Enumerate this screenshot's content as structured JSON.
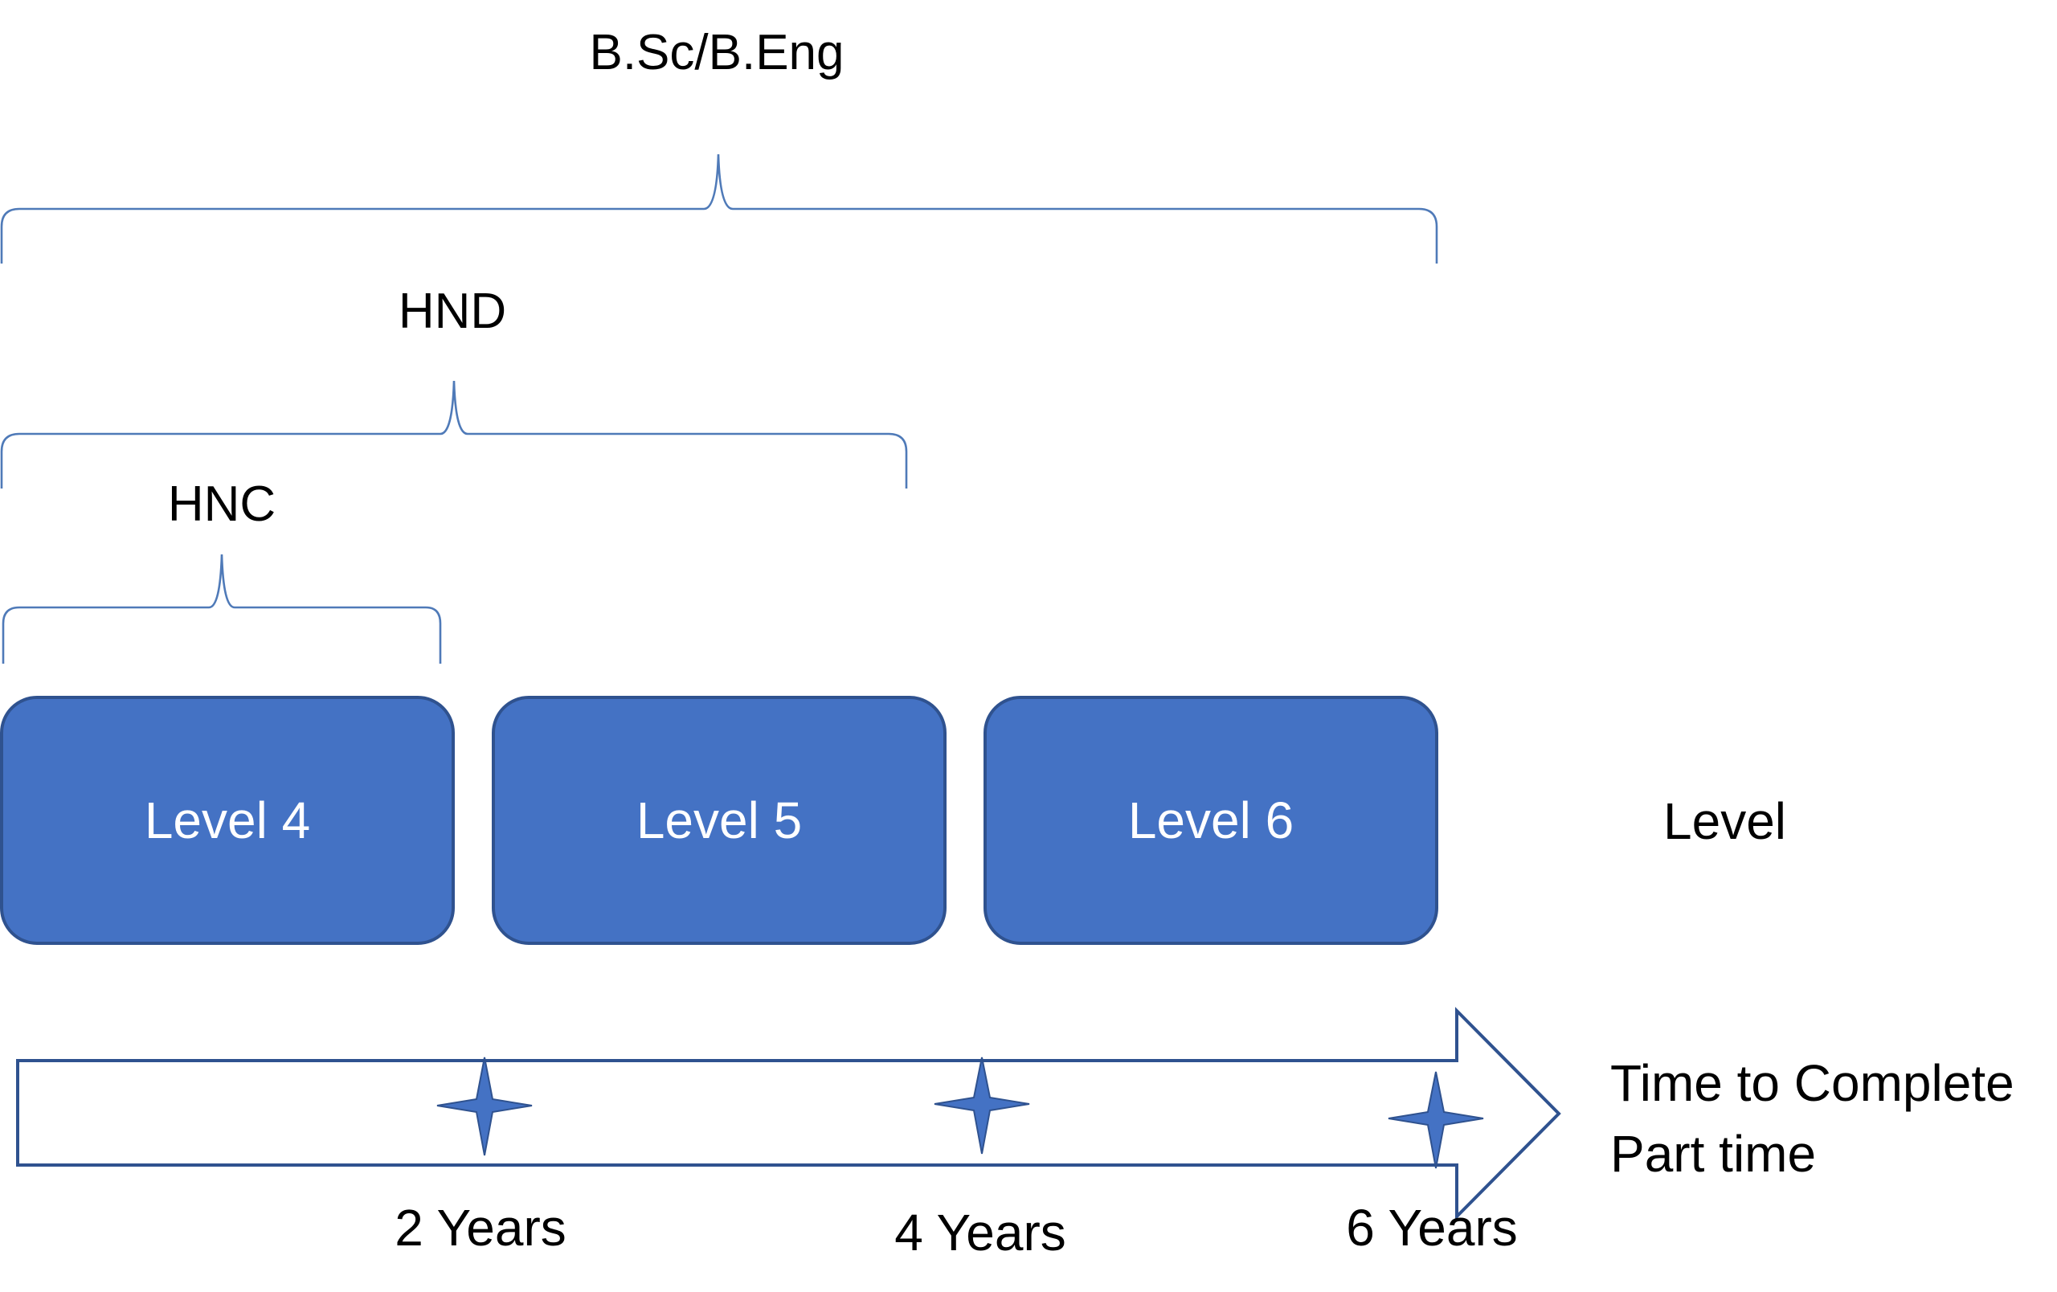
{
  "qualifications": {
    "bsc": "B.Sc/B.Eng",
    "hnd": "HND",
    "hnc": "HNC"
  },
  "levels": [
    {
      "label": "Level 4"
    },
    {
      "label": "Level 5"
    },
    {
      "label": "Level 6"
    }
  ],
  "level_axis_label": "Level",
  "timeline": {
    "label_line1": "Time to Complete",
    "label_line2": "Part time",
    "milestones": [
      "2 Years",
      "4 Years",
      "6 Years"
    ]
  },
  "colors": {
    "box_fill": "#4472c4",
    "box_border": "#2f528f",
    "brace": "#4f7ab8"
  }
}
